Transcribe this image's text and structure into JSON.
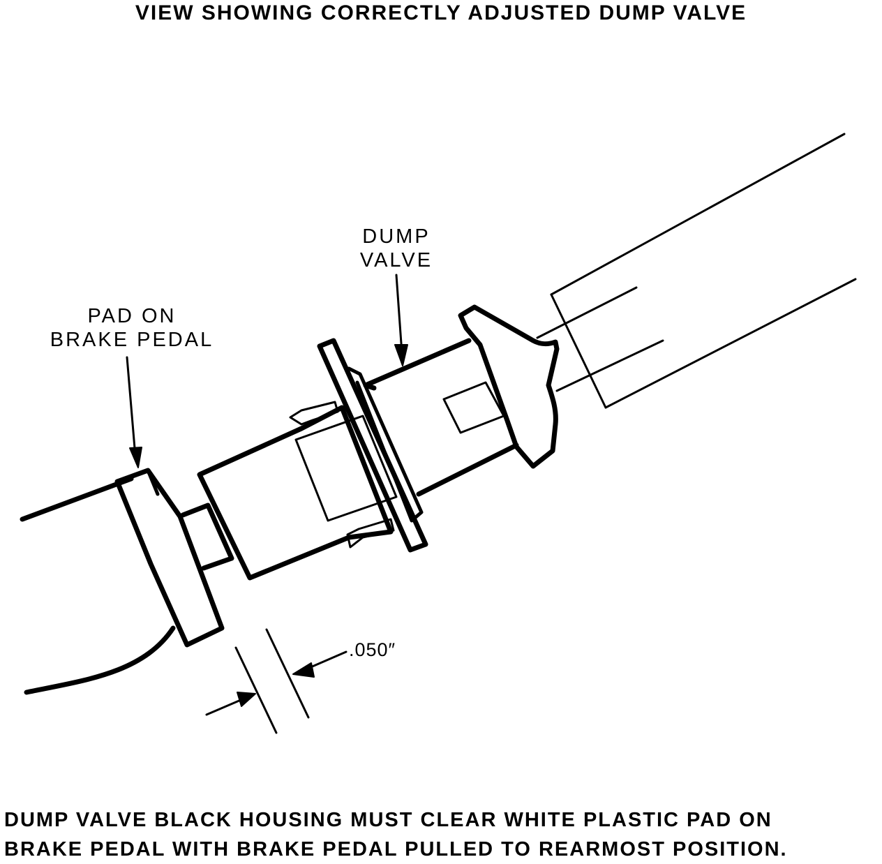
{
  "title": "VIEW SHOWING CORRECTLY ADJUSTED DUMP VALVE",
  "labels": {
    "dump_valve": [
      "DUMP",
      "VALVE"
    ],
    "pad_on_brake_pedal": [
      "PAD ON",
      "BRAKE PEDAL"
    ],
    "clearance": ".050″"
  },
  "caption": {
    "line1": "DUMP VALVE BLACK HOUSING MUST CLEAR WHITE PLASTIC PAD ON",
    "line2": "BRAKE PEDAL WITH BRAKE PEDAL PULLED TO REARMOST POSITION."
  },
  "icons": {
    "valve": "dump-valve-drawing",
    "pedal": "brake-pedal-drawing"
  }
}
